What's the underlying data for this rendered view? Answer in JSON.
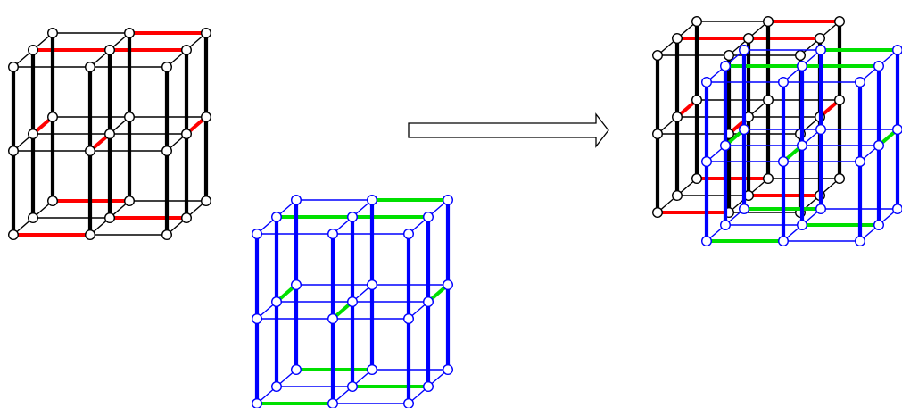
{
  "colors": {
    "background": "#ffffff",
    "lattice_a": "#000000",
    "lattice_a_highlight": "#ff0000",
    "lattice_b": "#0000ff",
    "lattice_b_highlight": "#00e000",
    "node_fill": "#ffffff",
    "arrow_fill": "#ffffff",
    "arrow_stroke": "#000000"
  },
  "lattices": [
    {
      "id": "black-red",
      "label": ""
    },
    {
      "id": "blue-green",
      "label": ""
    }
  ],
  "arrow": {
    "direction": "right",
    "label": ""
  }
}
